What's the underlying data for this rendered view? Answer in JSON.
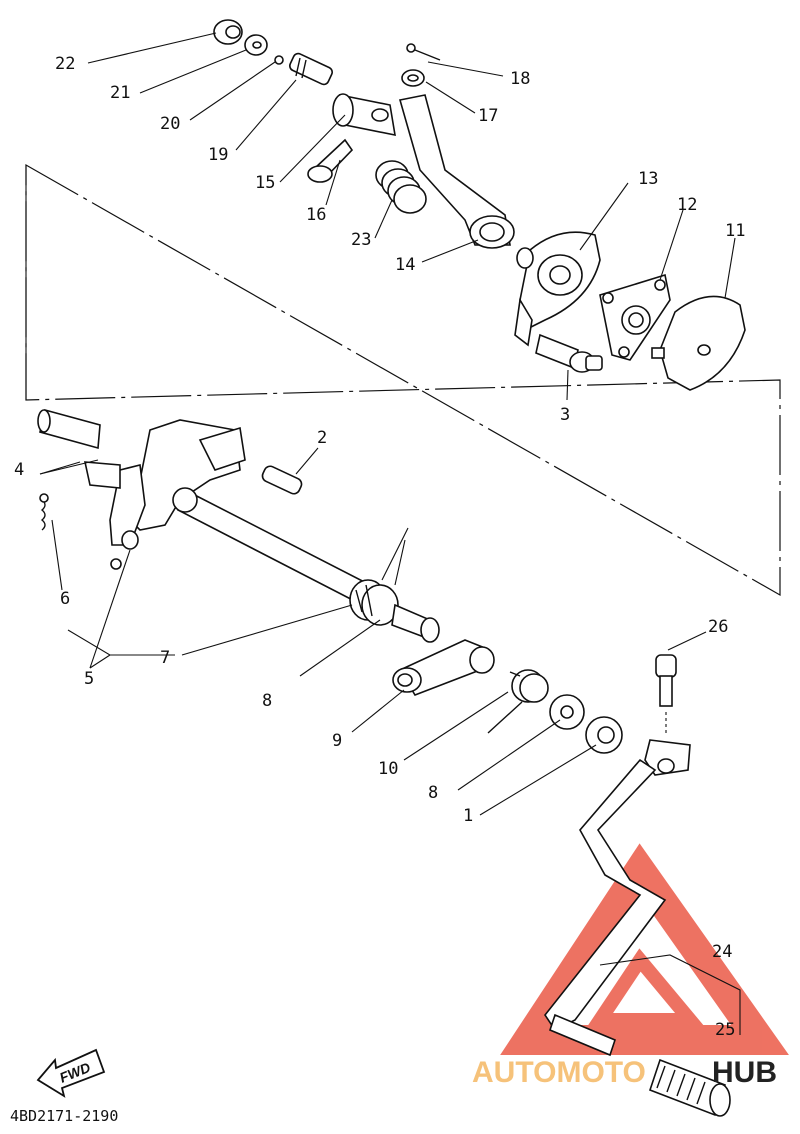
{
  "diagram": {
    "part_numbers": [
      "22",
      "21",
      "20",
      "19",
      "18",
      "17",
      "15",
      "16",
      "23",
      "14",
      "13",
      "12",
      "11",
      "3",
      "2",
      "4",
      "6",
      "5",
      "7",
      "8",
      "9",
      "10",
      "8",
      "1",
      "26",
      "24",
      "25"
    ],
    "footer_code": "4BD2171-2190",
    "fwd_label": "FWD",
    "watermark": {
      "part1": "AUTOMOTO",
      "part2": "HUB",
      "color_red": "#e8432e",
      "color_orange": "#f6c27a",
      "color_dark": "#222222"
    }
  }
}
